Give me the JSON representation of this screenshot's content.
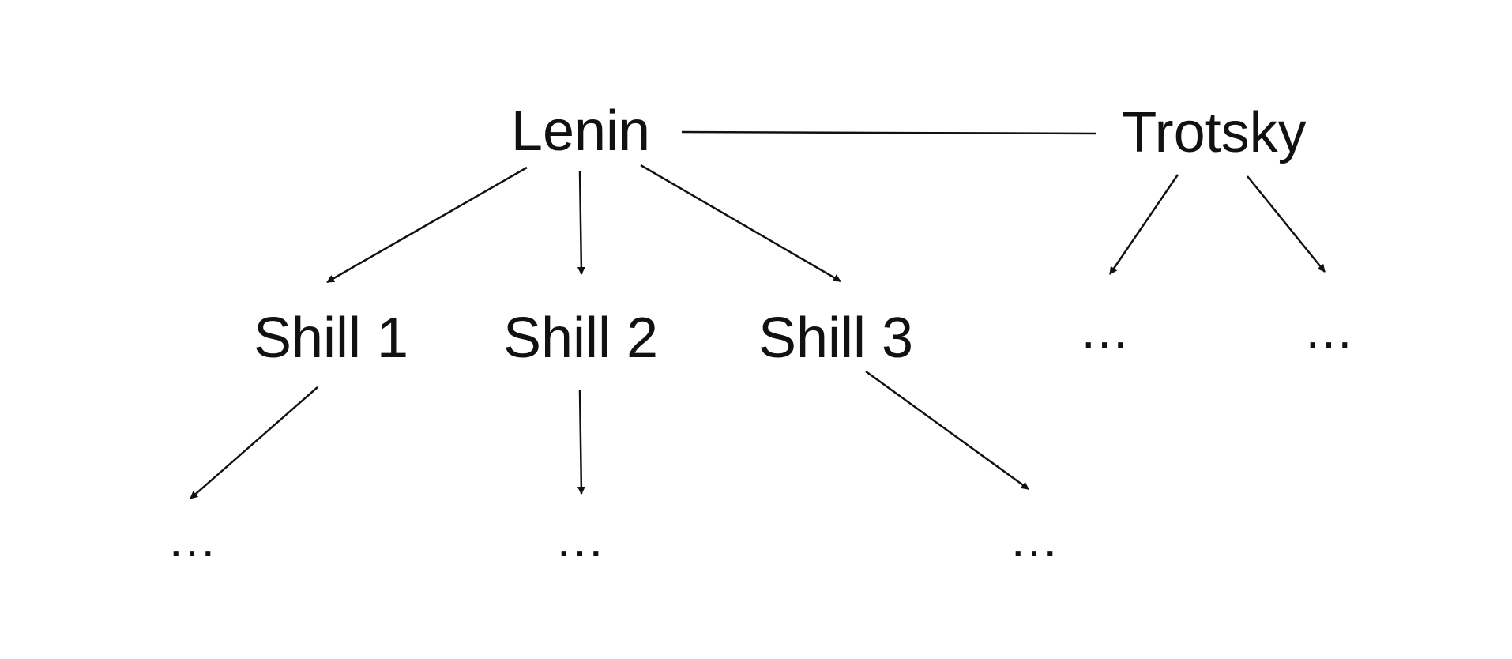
{
  "nodes": {
    "lenin": "Lenin",
    "trotsky": "Trotsky",
    "shill1": "Shill 1",
    "shill2": "Shill 2",
    "shill3": "Shill 3",
    "trotsky_child_left": "…",
    "trotsky_child_right": "…",
    "shill1_child": "…",
    "shill2_child": "…",
    "shill3_child": "…"
  },
  "colors": {
    "line": "#111111",
    "text": "#111111",
    "background": "#ffffff"
  }
}
